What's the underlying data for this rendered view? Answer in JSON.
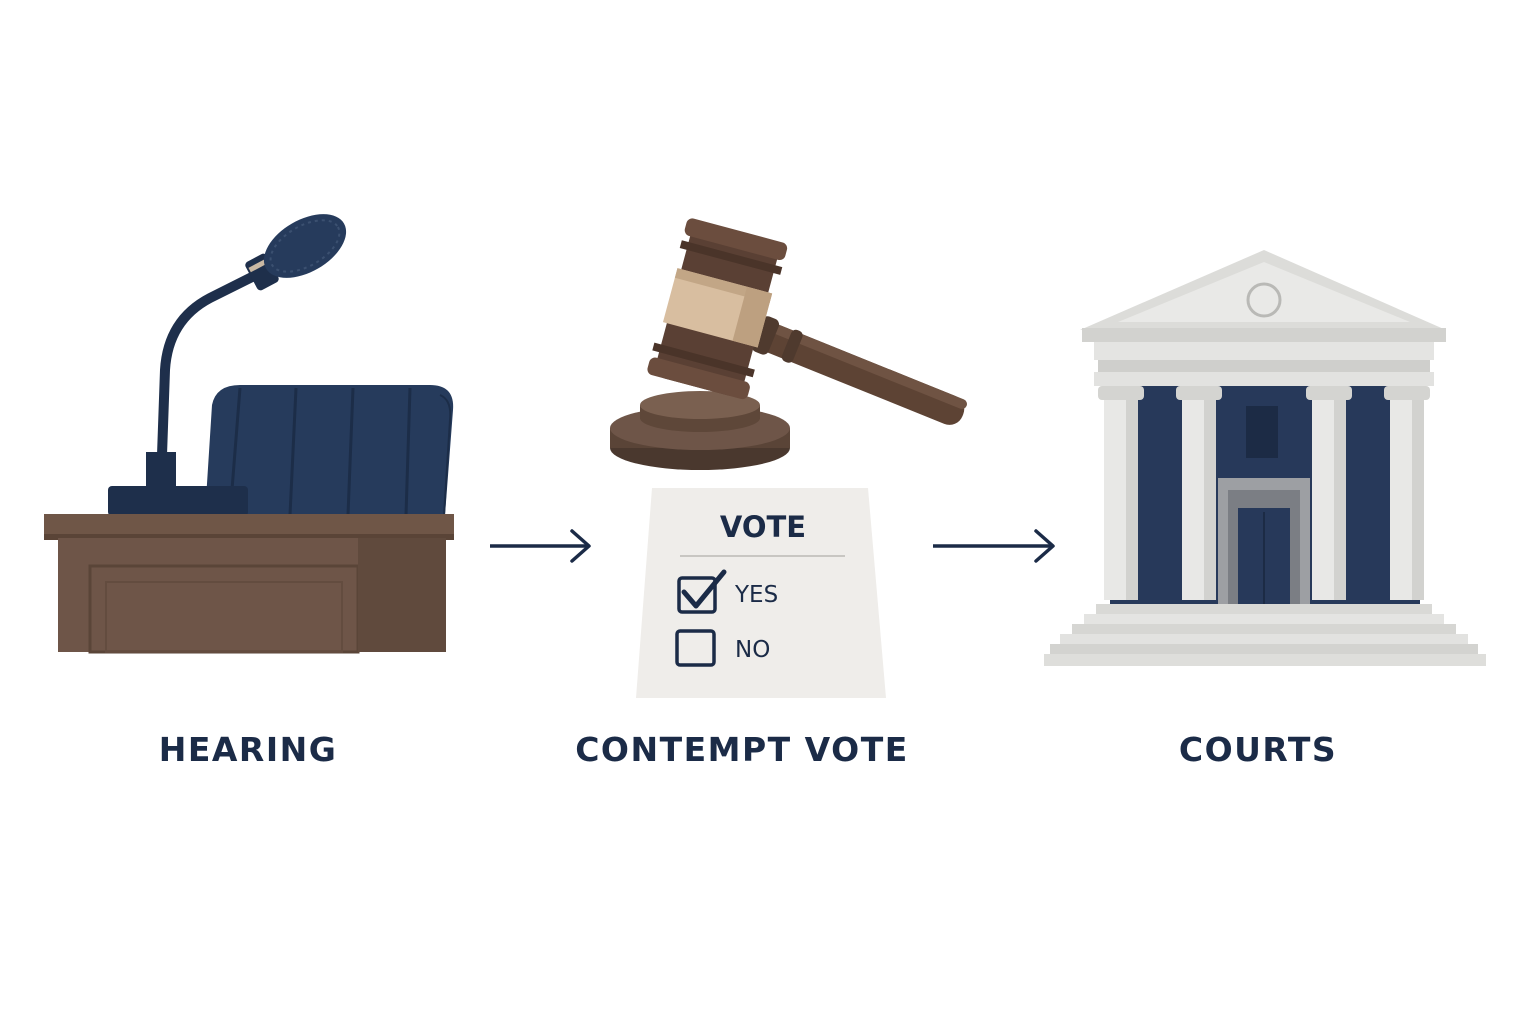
{
  "colors": {
    "navy": "#1b2b47",
    "wood_dark": "#4f3b30",
    "wood": "#6e5548",
    "chair_blue": "#263b5c",
    "stone": "#e6e6e4",
    "paper": "#f0eeeb"
  },
  "steps": [
    {
      "label": "HEARING",
      "icon": "hearing-podium-microphone-icon"
    },
    {
      "label": "CONTEMPT VOTE",
      "icon": "gavel-ballot-icon"
    },
    {
      "label": "COURTS",
      "icon": "courthouse-icon"
    }
  ],
  "ballot": {
    "title": "VOTE",
    "options": [
      {
        "text": "YES",
        "checked": true
      },
      {
        "text": "NO",
        "checked": false
      }
    ]
  },
  "connectors": [
    "arrow-right-icon",
    "arrow-right-icon"
  ]
}
